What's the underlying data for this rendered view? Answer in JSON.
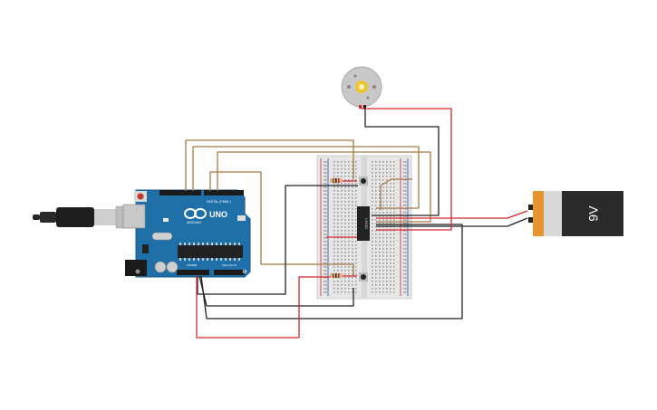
{
  "arduino": {
    "brand_label": "UNO",
    "logo_sub": "ARDUINO",
    "digital_label": "DIGITAL (PWM~)",
    "power_label": "POWER",
    "analog_label": "ANALOG IN",
    "color_board": "#1f6fa8",
    "color_board_edge": "#155a8c"
  },
  "battery": {
    "voltage_label": "9V",
    "color_body": "#2b2b2b",
    "color_cap": "#e8952f"
  },
  "driver_chip": {
    "label": "L293D"
  },
  "wires": {
    "color_red": "#d9262b",
    "color_black": "#222222",
    "color_brown": "#a67a45"
  }
}
